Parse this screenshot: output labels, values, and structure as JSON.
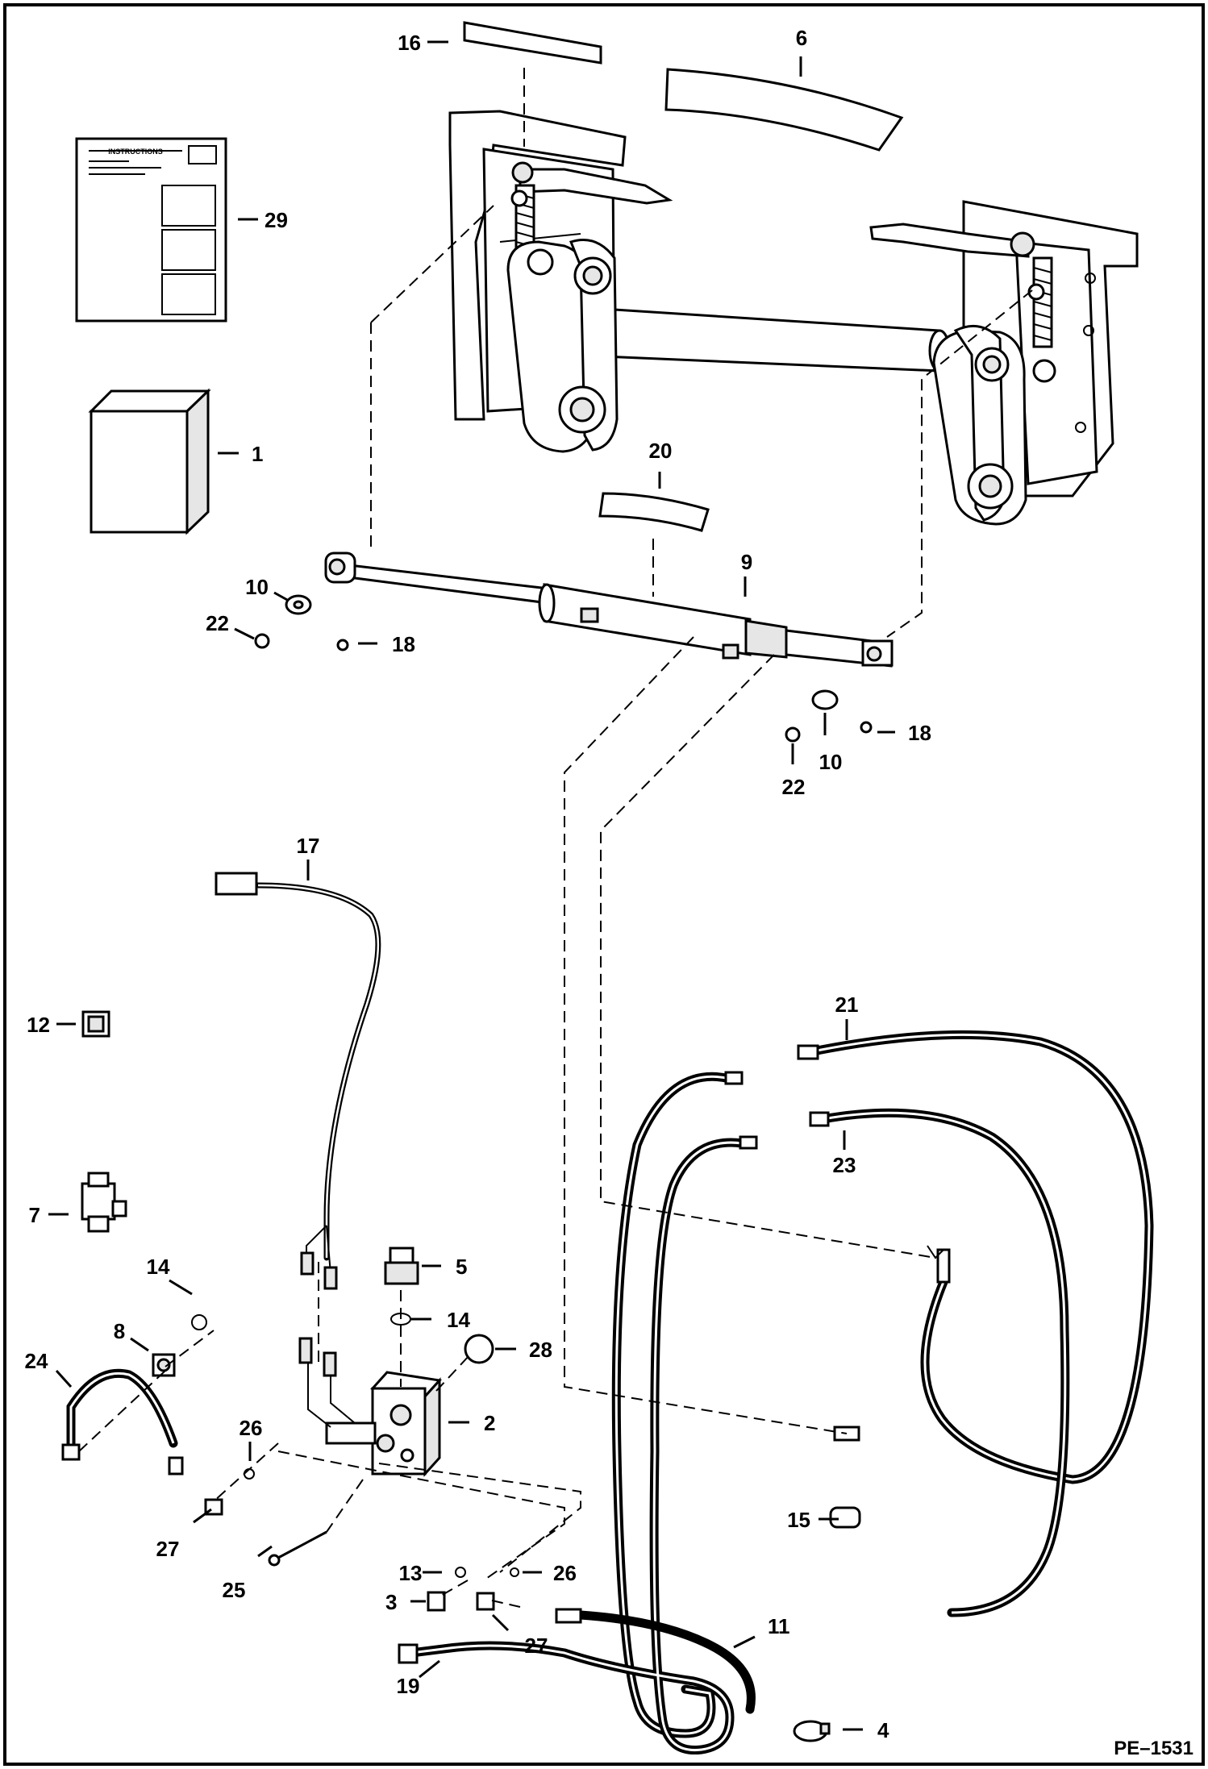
{
  "drawing": {
    "reference_code": "PE–1531",
    "instruction_sheet_heading": "INSTRUCTIONS"
  },
  "callouts": [
    {
      "key": "c16",
      "label": "16"
    },
    {
      "key": "c6",
      "label": "6"
    },
    {
      "key": "c29",
      "label": "29"
    },
    {
      "key": "c1",
      "label": "1"
    },
    {
      "key": "c20",
      "label": "20"
    },
    {
      "key": "c9",
      "label": "9"
    },
    {
      "key": "c10a",
      "label": "10"
    },
    {
      "key": "c22a",
      "label": "22"
    },
    {
      "key": "c18a",
      "label": "18"
    },
    {
      "key": "c18b",
      "label": "18"
    },
    {
      "key": "c10b",
      "label": "10"
    },
    {
      "key": "c22b",
      "label": "22"
    },
    {
      "key": "c17",
      "label": "17"
    },
    {
      "key": "c12",
      "label": "12"
    },
    {
      "key": "c21",
      "label": "21"
    },
    {
      "key": "c23",
      "label": "23"
    },
    {
      "key": "c7",
      "label": "7"
    },
    {
      "key": "c5",
      "label": "5"
    },
    {
      "key": "c14a",
      "label": "14"
    },
    {
      "key": "c14b",
      "label": "14"
    },
    {
      "key": "c8",
      "label": "8"
    },
    {
      "key": "c28",
      "label": "28"
    },
    {
      "key": "c24",
      "label": "24"
    },
    {
      "key": "c2",
      "label": "2"
    },
    {
      "key": "c26a",
      "label": "26"
    },
    {
      "key": "c27a",
      "label": "27"
    },
    {
      "key": "c15",
      "label": "15"
    },
    {
      "key": "c25",
      "label": "25"
    },
    {
      "key": "c13",
      "label": "13"
    },
    {
      "key": "c26b",
      "label": "26"
    },
    {
      "key": "c3",
      "label": "3"
    },
    {
      "key": "c11",
      "label": "11"
    },
    {
      "key": "c27b",
      "label": "27"
    },
    {
      "key": "c19",
      "label": "19"
    },
    {
      "key": "c4",
      "label": "4"
    }
  ]
}
